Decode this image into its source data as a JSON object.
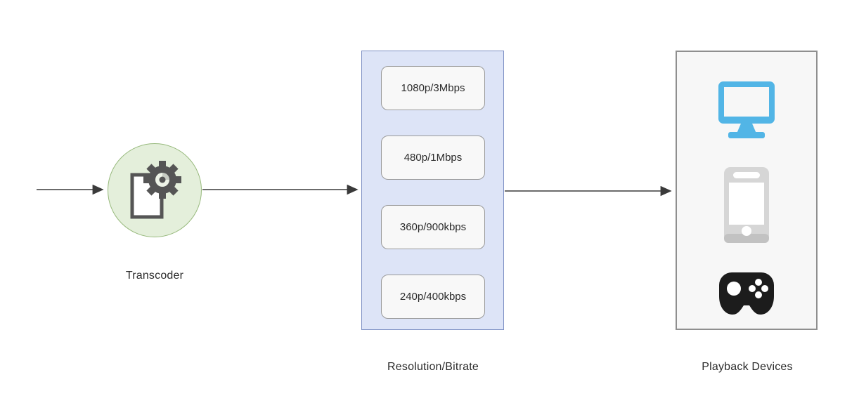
{
  "diagram": {
    "transcoder": {
      "label": "Transcoder",
      "icon": "transcoder-document-gear-icon"
    },
    "renditions": {
      "label": "Resolution/Bitrate",
      "items": [
        "1080p/3Mbps",
        "480p/1Mbps",
        "360p/900kbps",
        "240p/400kbps"
      ]
    },
    "devices": {
      "label": "Playback Devices",
      "icons": [
        "monitor-icon",
        "smartphone-icon",
        "gamepad-icon"
      ]
    },
    "colors": {
      "transcoder_fill": "#e4efdb",
      "transcoder_border": "#97b97c",
      "renditions_fill": "#dde4f7",
      "renditions_border": "#7d90c4",
      "option_fill": "#f8f8f8",
      "option_border": "#999999",
      "devices_fill": "#f7f7f7",
      "devices_border": "#8f8f8f",
      "monitor_blue": "#52b5e6",
      "phone_gray": "#d6d6d6",
      "phone_gray_dark": "#c2c2c2",
      "gamepad_black": "#1c1c1c",
      "icon_dark": "#555555",
      "arrow": "#3a3a3a"
    }
  }
}
